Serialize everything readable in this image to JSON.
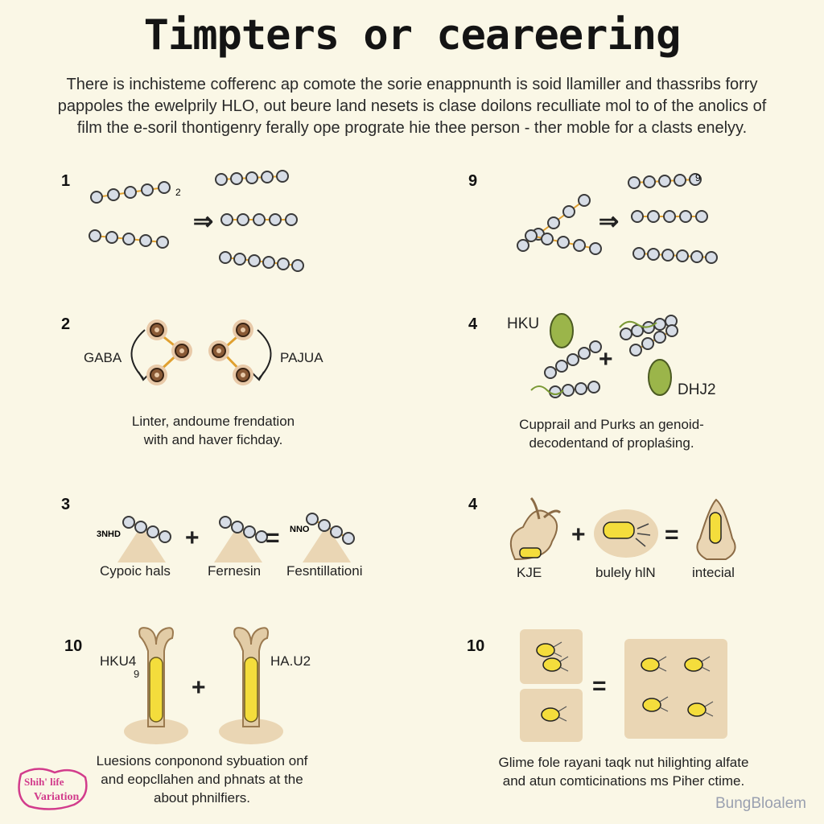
{
  "title": "Timpters or ceareering",
  "intro": {
    "line1": "There is inchisteme cofferenc ap comote the sorie enappnunth is soid llamiller and thassribs forry",
    "line2": "pappoles the ewelprily HLO, out beure land nesets is clase doilons reculliate mol to of the anolics of",
    "line3": "film the e-soril thontigenry ferally ope prograte hie thee person - ther moble for a clasts enelyy."
  },
  "panels": {
    "p1": {
      "step": "1",
      "sup": "2"
    },
    "p2": {
      "step": "9",
      "sup": "9"
    },
    "p3": {
      "step": "2",
      "left_label": "GABA",
      "right_label": "PAJUA",
      "caption1": "Linter, andoume frendation",
      "caption2": "with and haver fichday."
    },
    "p4": {
      "step": "4",
      "top_label": "HKU",
      "right_label": "DHJ2",
      "caption1": "Cupprail and Purks an genoid-",
      "caption2": "decodentand of proplaśing."
    },
    "p5": {
      "step": "3",
      "tag1": "3NHD",
      "tag2": "NNO",
      "label1": "Cypoic hals",
      "label2": "Fernesin",
      "label3": "Fesntillationi"
    },
    "p6": {
      "step": "4",
      "label1": "KJE",
      "label2": "bulely hlN",
      "label3": "intecial"
    },
    "p7": {
      "step": "10",
      "label1": "HKU4",
      "sub1": "9",
      "label2": "HA.U2",
      "caption1": "Luesions conponond sybuation onf",
      "caption2": "and eopcllahen and phnats at the",
      "caption3": "about phnilfiers."
    },
    "p8": {
      "step": "10",
      "caption1": "Glime fole rayani taqk nut hilighting alfate",
      "caption2": "and atun comticinations ms Piher ctime."
    }
  },
  "operators": {
    "arrow": "⇒",
    "plus": "+",
    "equals": "="
  },
  "brand": {
    "line1": "Shih' life",
    "line2": "Variation"
  },
  "watermark": "BungBloalem",
  "colors": {
    "background": "#faf7e6",
    "bead_fill": "#d7dde6",
    "bead_stroke": "#3a3a3a",
    "link": "#e0a030",
    "cell_green": "#9bb54a",
    "yellow": "#f4dd3c",
    "tan": "#ead6b4",
    "brand_pink": "#d23c8c"
  }
}
